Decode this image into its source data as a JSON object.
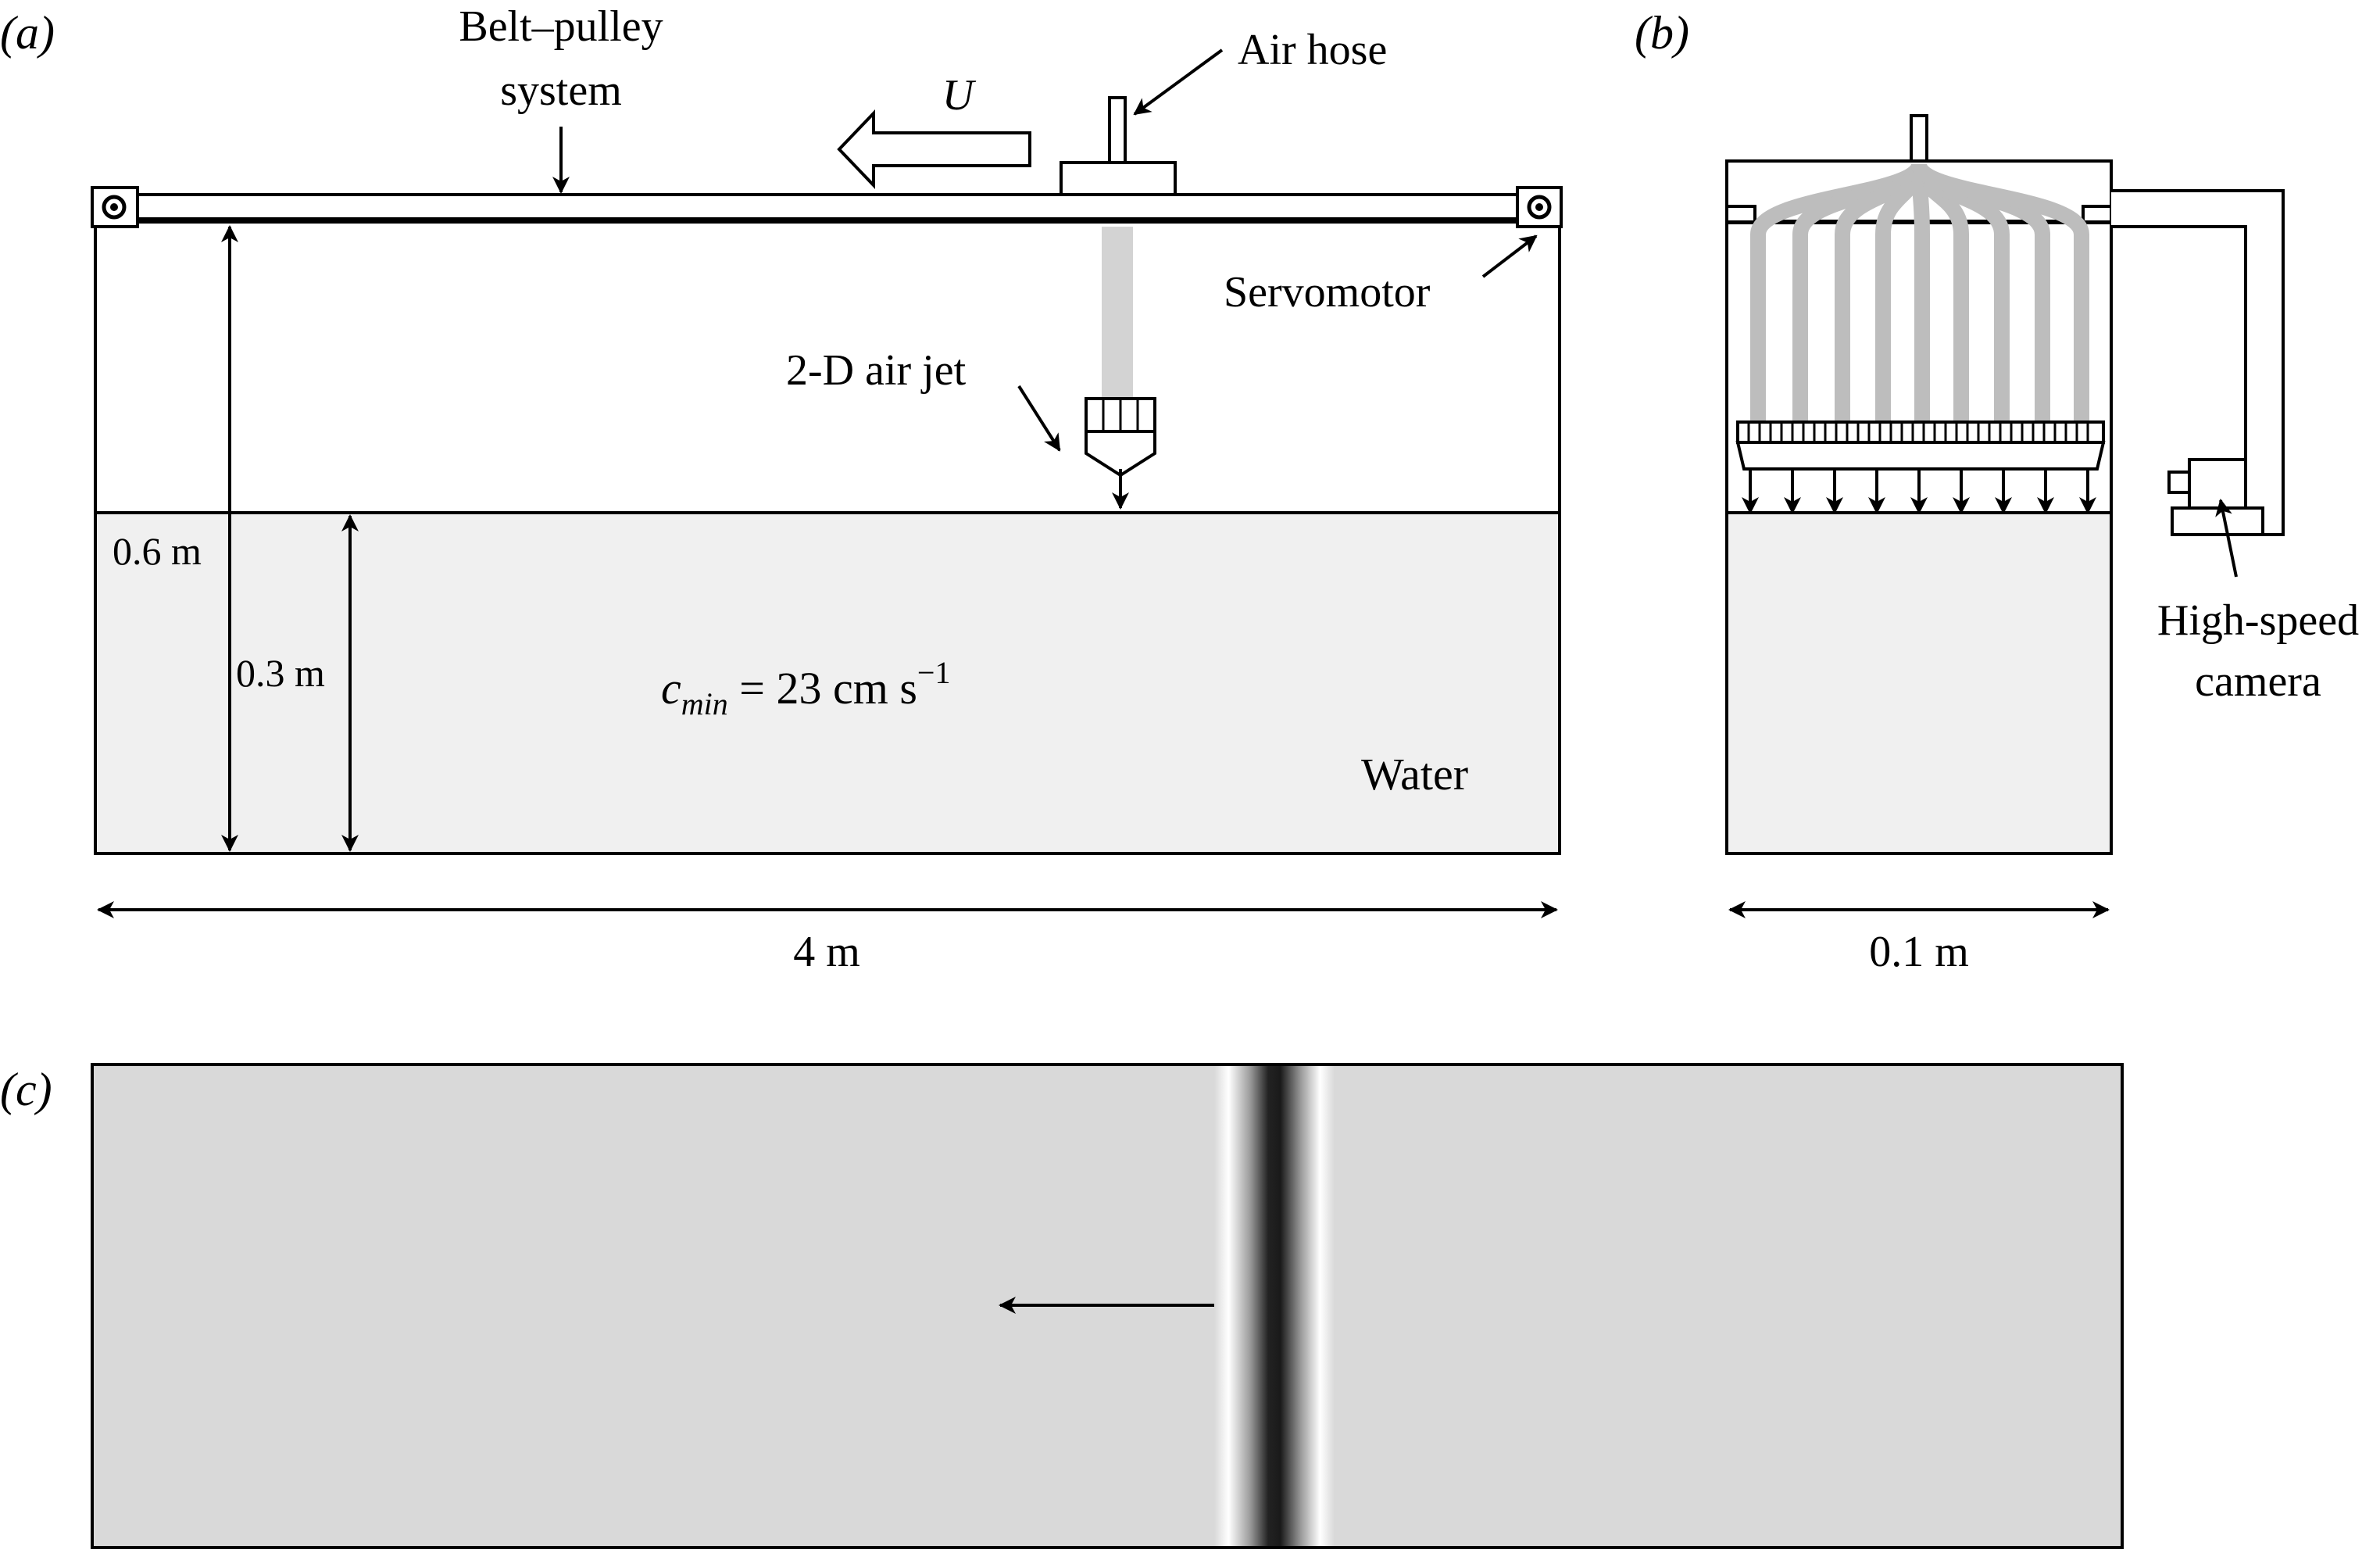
{
  "panels": {
    "a": {
      "label": "(a)",
      "belt_label_line1": "Belt–pulley",
      "belt_label_line2": "system",
      "velocity_symbol": "U",
      "air_hose_label": "Air hose",
      "servomotor_label": "Servomotor",
      "air_jet_label": "2-D air jet",
      "tank_height_label": "0.6 m",
      "water_depth_label": "0.3 m",
      "speed_c": "c",
      "speed_sub": "min",
      "speed_value": " = 23 cm s",
      "speed_exp": "−1",
      "water_label": "Water",
      "length_label": "4 m"
    },
    "b": {
      "label": "(b)",
      "camera_label_line1": "High-speed",
      "camera_label_line2": "camera",
      "width_label": "0.1 m"
    },
    "c": {
      "label": "(c)"
    }
  },
  "colors": {
    "water_fill": "#f0f0f0",
    "jet_flow": "#bdbdbd",
    "image_background": "#d9d9d9",
    "line": "#000000"
  }
}
